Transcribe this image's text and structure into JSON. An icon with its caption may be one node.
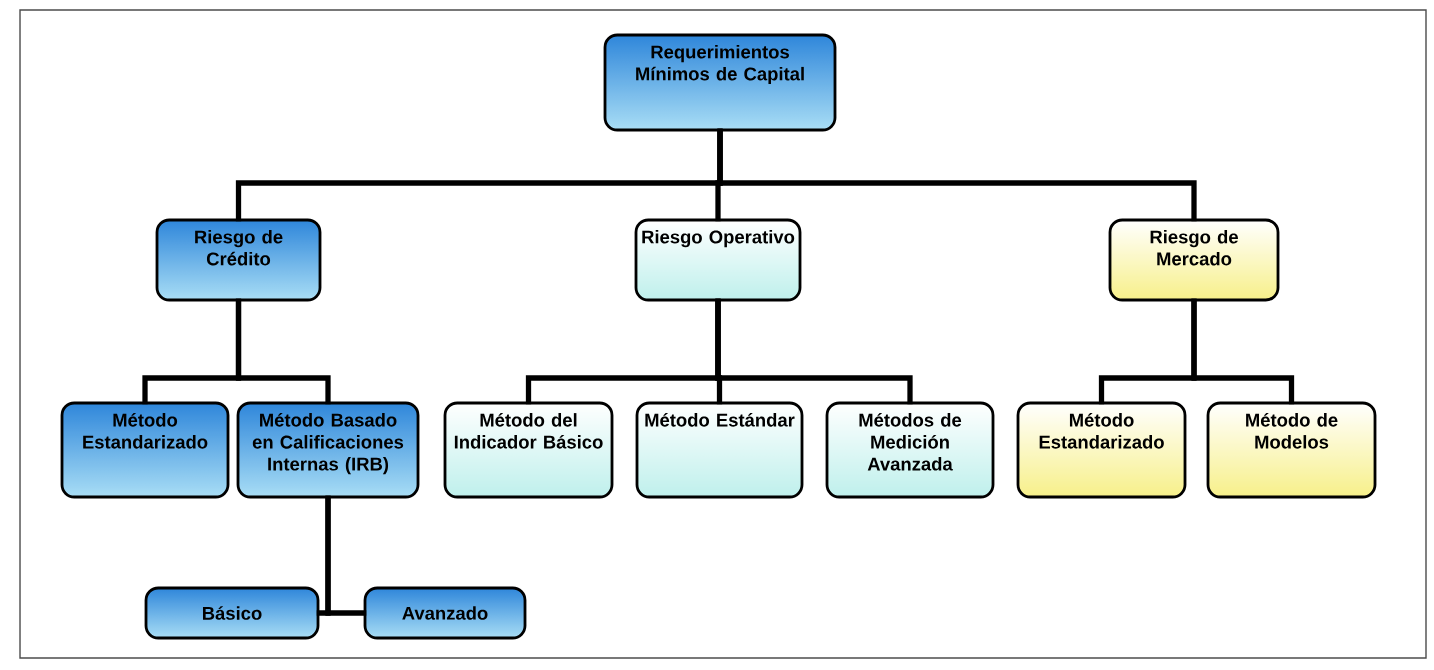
{
  "diagram": {
    "nodes": [
      {
        "text": [
          "Requerimientos Mínimos de Capital"
        ]
      },
      {
        "text": [
          "Riesgo de Crédito"
        ]
      },
      {
        "text": [
          "Riesgo Operativo"
        ]
      },
      {
        "text": [
          "Riesgo de Mercado"
        ]
      },
      {
        "text": [
          "Método Estandarizado"
        ]
      },
      {
        "text": [
          "Método Basado en Calificaciones Internas (IRB)"
        ]
      },
      {
        "text": [
          "Método del Indicador Básico"
        ]
      },
      {
        "text": [
          "Método Estándar"
        ]
      },
      {
        "text": [
          "Métodos de Medición Avanzada"
        ]
      },
      {
        "text": [
          "Método Estandarizado"
        ]
      },
      {
        "text": [
          "Método de Modelos"
        ]
      },
      {
        "text": [
          "Básico"
        ]
      },
      {
        "text": [
          "Avanzado"
        ]
      }
    ],
    "edges": [
      {
        "from": 0,
        "to": 1,
        "arrow": "none"
      },
      {
        "from": 0,
        "to": 2,
        "arrow": "none"
      },
      {
        "from": 0,
        "to": 3,
        "arrow": "none"
      },
      {
        "from": 1,
        "to": 4,
        "arrow": "none"
      },
      {
        "from": 1,
        "to": 5,
        "arrow": "none"
      },
      {
        "from": 2,
        "to": 6,
        "arrow": "none"
      },
      {
        "from": 2,
        "to": 7,
        "arrow": "none"
      },
      {
        "from": 2,
        "to": 8,
        "arrow": "none"
      },
      {
        "from": 3,
        "to": 9,
        "arrow": "none"
      },
      {
        "from": 3,
        "to": 10,
        "arrow": "none"
      },
      {
        "from": 5,
        "to": 11,
        "arrow": "none"
      },
      {
        "from": 5,
        "to": 12,
        "arrow": "none"
      }
    ]
  }
}
